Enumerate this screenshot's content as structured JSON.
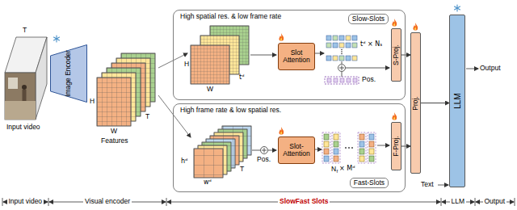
{
  "diagram": {
    "nodes": [
      {
        "text": [
          "Image Encoder"
        ]
      },
      {
        "text": [
          "High spatial res. & low frame rate",
          "Slow-Slots"
        ]
      },
      {
        "text": [
          "Slot Attention"
        ],
        "in": 1
      },
      {
        "text": [
          "S-Proj."
        ],
        "in": 1
      },
      {
        "text": [
          "High frame rate & low spatial res.",
          "Fast-Slots"
        ]
      },
      {
        "text": [
          "Slot-Attention"
        ],
        "in": 4
      },
      {
        "text": [
          "F-Proj."
        ],
        "in": 4
      },
      {
        "text": [
          "Proj."
        ]
      },
      {
        "text": [
          "LLM"
        ]
      }
    ],
    "edges": [
      {
        "from": 3,
        "to": 7,
        "arrow": "to"
      },
      {
        "from": 6,
        "to": 7,
        "arrow": "to"
      },
      {
        "from": 7,
        "to": 8,
        "arrow": "to"
      }
    ],
    "labels": [
      "T",
      "Input video",
      "H",
      "W",
      "T",
      "Features",
      "H",
      "W",
      "tᵈ",
      "tᵈ × Nₛ",
      "Pos.",
      "hᵈ",
      "wᵈ",
      "T",
      "Pos.",
      "N",
      "f",
      "× Mᵈ",
      "Text",
      "Output",
      "Input video",
      "Visual encoder",
      "SlowFast Slots",
      "LLM",
      "Output"
    ]
  }
}
